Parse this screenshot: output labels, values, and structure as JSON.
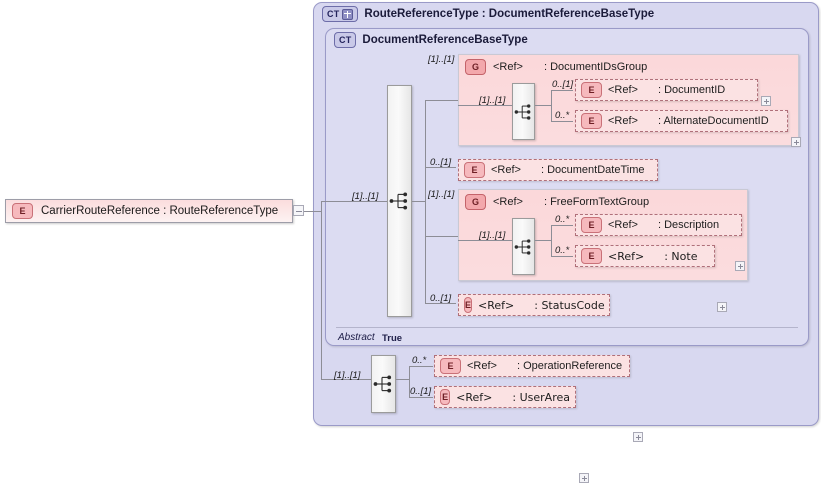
{
  "diagram": {
    "kind": "xsd-schema-diagram",
    "root_element": {
      "icon": "element-badge",
      "badge": "E",
      "label": "CarrierRouteReference : RouteReferenceType",
      "name": "CarrierRouteReference",
      "type": "RouteReferenceType",
      "toggle": "collapse"
    },
    "outer_type": {
      "badge": "CT",
      "expand": "+",
      "label": "RouteReferenceType : DocumentReferenceBaseType",
      "name": "RouteReferenceType",
      "base": "DocumentReferenceBaseType"
    },
    "inner_type": {
      "badge": "CT",
      "label": "DocumentReferenceBaseType",
      "abstract_label": "Abstract",
      "abstract_value": "True"
    },
    "compositors": {
      "inner_sequence_card": "[1]..[1]",
      "outer_sequence_card": "[1]..[1]",
      "documentids_group_sequence_card": "[1]..[1]",
      "freeformtext_group_sequence_card": "[1]..[1]"
    },
    "groups": [
      {
        "badge": "G",
        "ref": "<Ref>",
        "label": ": DocumentIDsGroup",
        "card": "[1]..[1]",
        "inner_card": "[1]..[1]",
        "children": [
          {
            "badge": "E",
            "ref": "<Ref>",
            "label": ": DocumentID",
            "card": "0..[1]",
            "border": "dashed",
            "expand": "+"
          },
          {
            "badge": "E",
            "ref": "<Ref>",
            "label": ": AlternateDocumentID",
            "card": "0..*",
            "border": "dashed",
            "expand": "+"
          }
        ]
      },
      {
        "badge": "G",
        "ref": "<Ref>",
        "label": ": FreeFormTextGroup",
        "card": "[1]..[1]",
        "inner_card": "[1]..[1]",
        "children": [
          {
            "badge": "E",
            "ref": "<Ref>",
            "label": ": Description",
            "card": "0..*",
            "border": "dashed",
            "expand": "+"
          },
          {
            "badge": "E",
            "ref": "<Ref>",
            "label": ": Note",
            "card": "0..*",
            "border": "dashed",
            "expand": "+"
          }
        ]
      }
    ],
    "inner_elements": [
      {
        "badge": "E",
        "ref": "<Ref>",
        "label": ": DocumentDateTime",
        "card": "0..[1]",
        "border": "dashed",
        "expand": "+"
      },
      {
        "badge": "E",
        "ref": "<Ref>",
        "label": ": StatusCode",
        "card": "0..[1]",
        "border": "dashed",
        "expand": "+"
      }
    ],
    "outer_elements": [
      {
        "badge": "E",
        "ref": "<Ref>",
        "label": ": OperationReference",
        "card": "0..*",
        "border": "dashed",
        "expand": "+"
      },
      {
        "badge": "E",
        "ref": "<Ref>",
        "label": ": UserArea",
        "card": "0..[1]",
        "border": "dashed",
        "expand": "+"
      }
    ],
    "colors": {
      "container_fill": "#d8d8f0",
      "container_border": "#9a9ac8",
      "group_fill": "#fbd8da",
      "node_fill": "#fbdcdd",
      "badge_e": "#f6b9bd",
      "badge_g": "#f3a8ac",
      "badge_ct": "#c9c9e8",
      "line": "#8d8d96"
    }
  }
}
